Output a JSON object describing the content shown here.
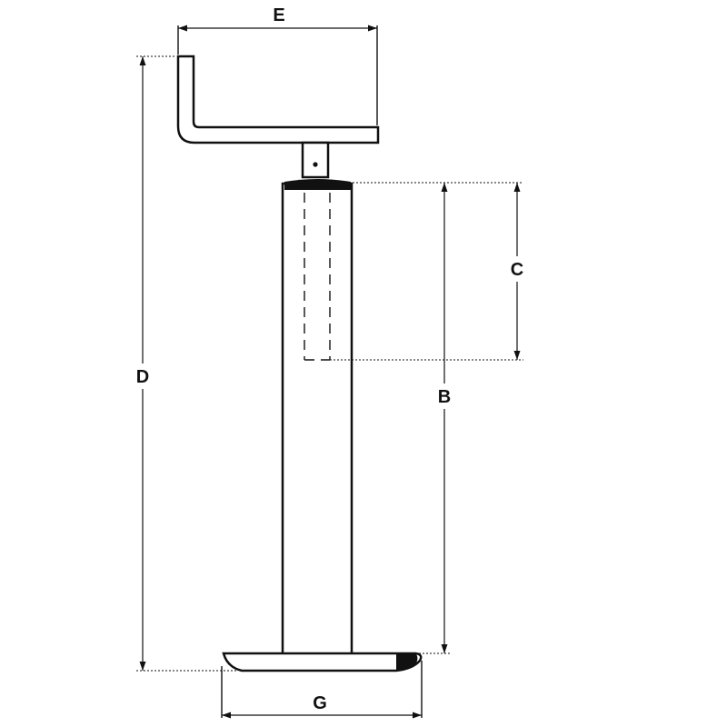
{
  "dimensions": {
    "E": "E",
    "D": "D",
    "C": "C",
    "B": "B",
    "G": "G"
  },
  "colors": {
    "line": "#111111",
    "background": "#ffffff"
  }
}
